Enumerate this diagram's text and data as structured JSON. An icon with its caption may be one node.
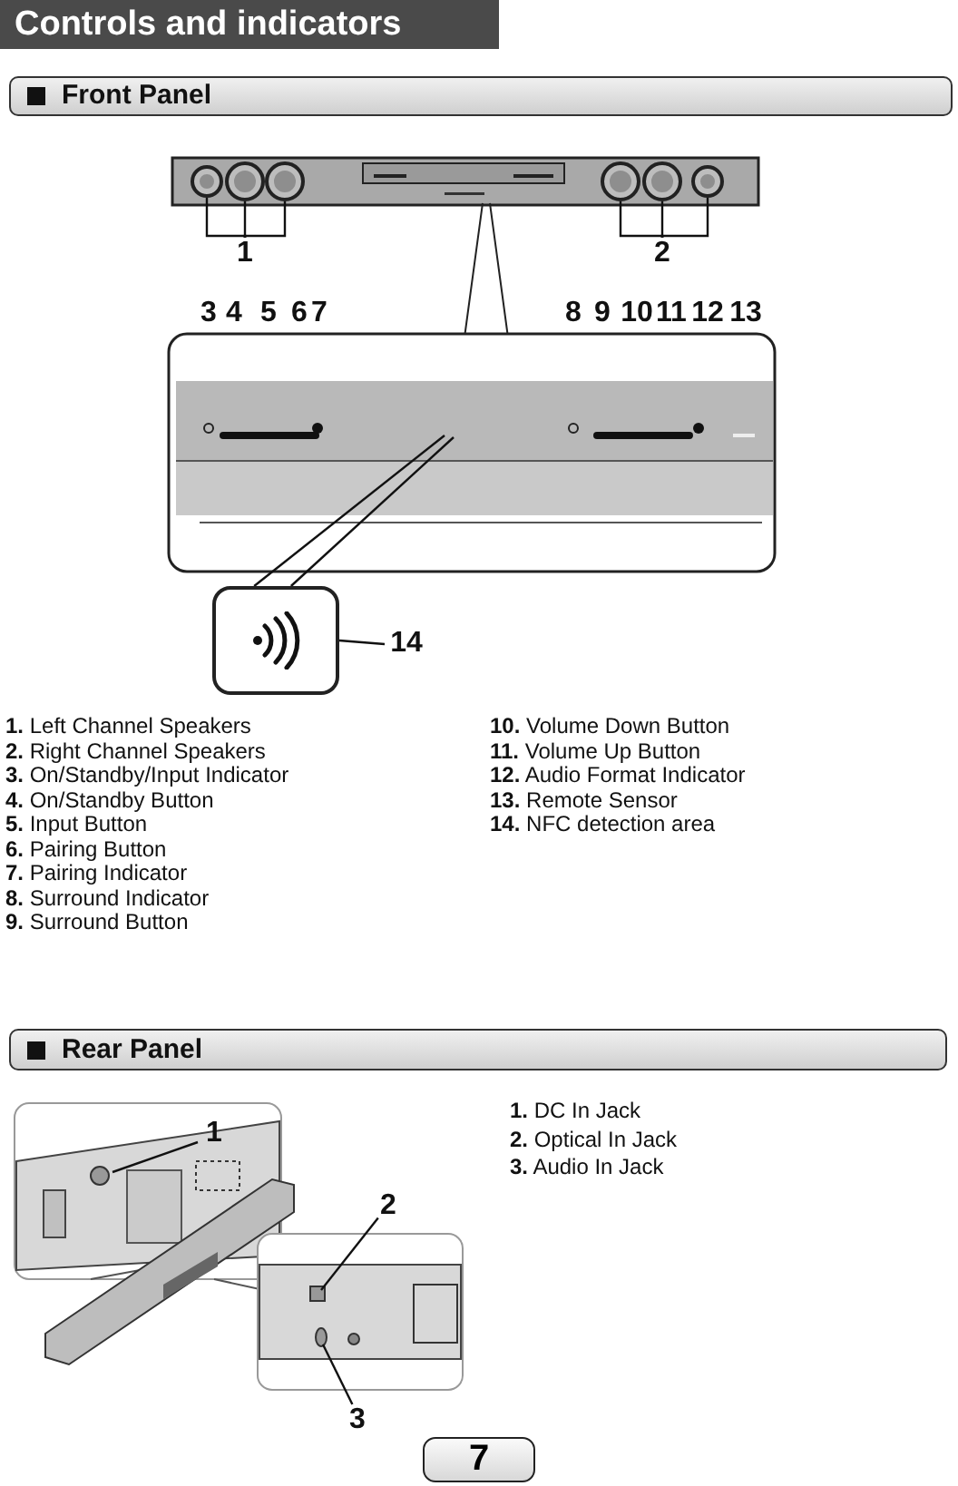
{
  "diagram": {
    "title": "Controls and indicators",
    "nodes": [
      {
        "text": [
          "1"
        ]
      },
      {
        "text": [
          "2"
        ]
      },
      {
        "text": [],
        "shape": "circle"
      },
      {
        "text": [],
        "shape": "circle"
      },
      {
        "text": [],
        "shape": "circle"
      },
      {
        "text": [],
        "shape": "circle"
      },
      {
        "text": [],
        "shape": "circle"
      },
      {
        "text": [],
        "shape": "circle"
      },
      {
        "text": [],
        "shape": "box"
      },
      {
        "text": [
          "14"
        ]
      },
      {
        "text": [
          "1"
        ]
      },
      {
        "text": [
          "2"
        ]
      },
      {
        "text": [
          "3"
        ]
      }
    ],
    "edges": [
      {
        "from": 0,
        "to": 2,
        "arrow": "none"
      },
      {
        "from": 0,
        "to": 3,
        "arrow": "none"
      },
      {
        "from": 0,
        "to": 4,
        "arrow": "none"
      },
      {
        "from": 1,
        "to": 5,
        "arrow": "none"
      },
      {
        "from": 1,
        "to": 6,
        "arrow": "none"
      },
      {
        "from": 1,
        "to": 7,
        "arrow": "none"
      },
      {
        "from": 9,
        "to": 8,
        "arrow": "none"
      },
      {
        "from": 10,
        "to": null,
        "arrow": "none"
      },
      {
        "from": 11,
        "to": null,
        "arrow": "none"
      },
      {
        "from": 12,
        "to": null,
        "arrow": "none"
      },
      {
        "from": 8,
        "to": null,
        "arrow": "none"
      },
      {
        "from": 8,
        "to": null,
        "arrow": "none"
      }
    ],
    "labels": [
      "Front Panel",
      "3",
      "4",
      "5",
      "6",
      "7",
      "8",
      "9",
      "10",
      "11",
      "12",
      "13",
      "**1.** Left Channel Speakers",
      "**2.** Right Channel Speakers",
      "**3.** On/Standby/Input Indicator",
      "**4.** On/Standby Button",
      "**5.** Input Button",
      "**6.** Pairing Button",
      "**7.** Pairing Indicator",
      "**8.** Surround Indicator",
      "**9.** Surround Button",
      "**10.** Volume Down Button",
      "**11.** Volume Up Button",
      "**12.** Audio Format Indicator",
      "**13.** Remote Sensor",
      "**14.** NFC detection area",
      "Rear Panel",
      "**1.** DC In Jack",
      "**2.** Optical In Jack",
      "**3.** Audio In Jack",
      "7"
    ]
  }
}
